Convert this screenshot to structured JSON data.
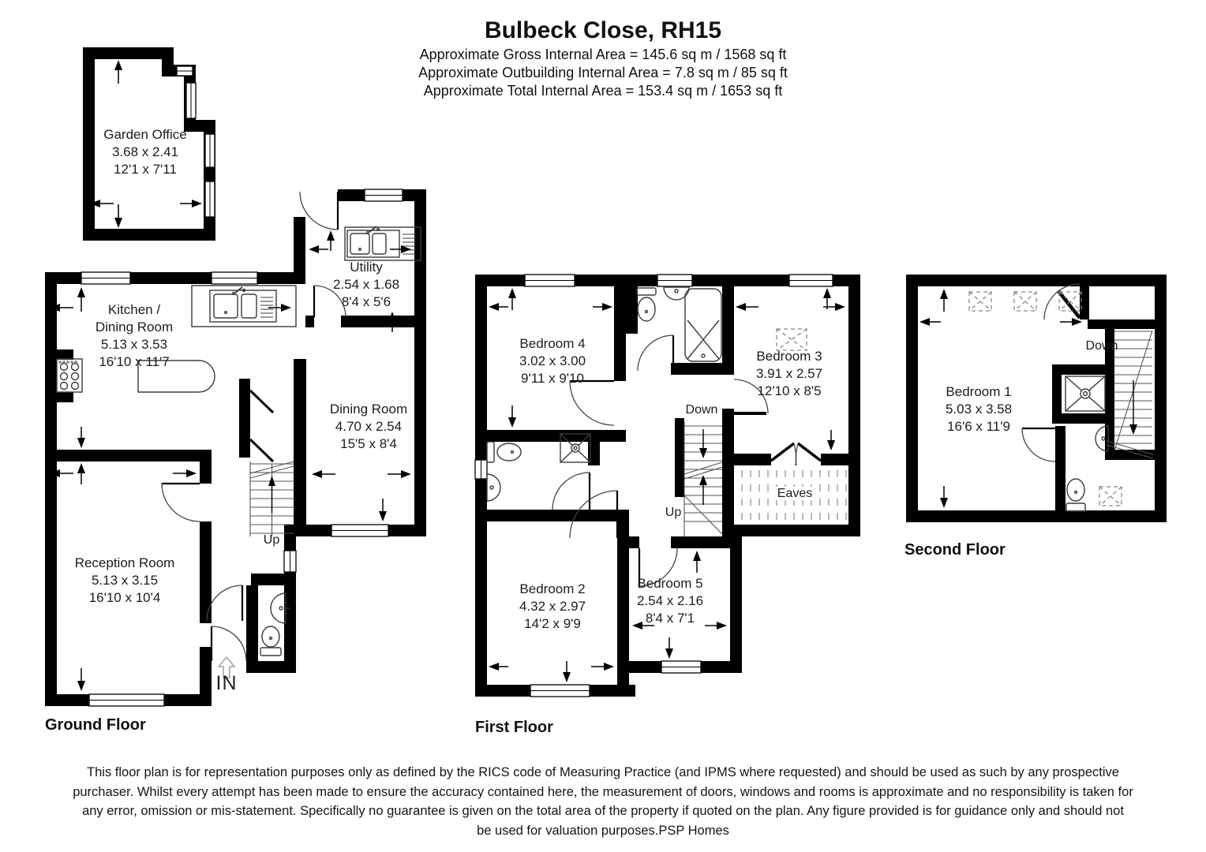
{
  "header": {
    "title": "Bulbeck Close, RH15",
    "area_lines": [
      "Approximate Gross Internal Area = 145.6 sq m / 1568 sq ft",
      "Approximate Outbuilding Internal Area = 7.8 sq m / 85 sq ft",
      "Approximate Total Internal Area = 153.4 sq m / 1653 sq ft"
    ]
  },
  "floor_labels": {
    "ground": "Ground Floor",
    "first": "First Floor",
    "second": "Second Floor"
  },
  "rooms": {
    "garden_office": {
      "lines": [
        "Garden Office",
        "3.68 x 2.41",
        "12'1 x 7'11"
      ]
    },
    "kitchen_dining": {
      "lines": [
        "Kitchen /",
        "Dining Room",
        "5.13 x 3.53",
        "16'10 x 11'7"
      ]
    },
    "utility": {
      "lines": [
        "Utility",
        "2.54 x 1.68",
        "8'4 x 5'6"
      ]
    },
    "dining_room": {
      "lines": [
        "Dining Room",
        "4.70 x 2.54",
        "15'5 x 8'4"
      ]
    },
    "reception_room": {
      "lines": [
        "Reception Room",
        "5.13 x 3.15",
        "16'10 x 10'4"
      ]
    },
    "bedroom4": {
      "lines": [
        "Bedroom 4",
        "3.02 x 3.00",
        "9'11 x 9'10"
      ]
    },
    "bedroom3": {
      "lines": [
        "Bedroom 3",
        "3.91 x 2.57",
        "12'10 x 8'5"
      ]
    },
    "bedroom2": {
      "lines": [
        "Bedroom 2",
        "4.32 x 2.97",
        "14'2 x 9'9"
      ]
    },
    "bedroom5": {
      "lines": [
        "Bedroom 5",
        "2.54 x 2.16",
        "8'4 x 7'1"
      ]
    },
    "bedroom1": {
      "lines": [
        "Bedroom 1",
        "5.03 x 3.58",
        "16'6 x 11'9"
      ]
    },
    "eaves": {
      "label": "Eaves"
    }
  },
  "annotations": {
    "stairs_ground_up": "Up",
    "stairs_first_down": "Down",
    "stairs_first_up": "Up",
    "stairs_second_down": "Down",
    "entrance": "IN"
  },
  "disclaimer_lines": [
    "This floor plan is for representation purposes only as defined by the RICS code of Measuring Practice (and IPMS where requested) and should be used as such by any prospective",
    "purchaser. Whilst every attempt has been made to ensure the accuracy contained here, the measurement of doors, windows and rooms is approximate and no responsibility is taken for",
    "any error, omission or mis-statement. Specifically no guarantee is given on the total area of the property if quoted on the plan. Any figure provided is for guidance only and should not",
    "be used for valuation purposes.PSP Homes"
  ],
  "colors": {
    "wall": "#000000",
    "fixture_line": "#3a3a3a",
    "eaves_hatch": "#a8a8a8",
    "entrance_arrow": "#b5b5b5"
  }
}
